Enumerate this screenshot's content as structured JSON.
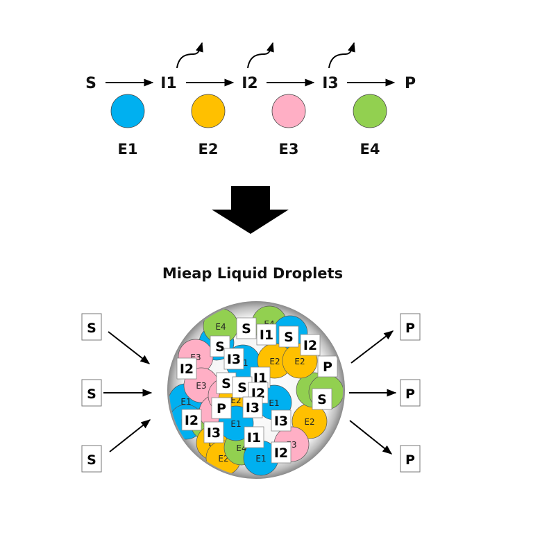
{
  "pathway": {
    "species": [
      "S",
      "I1",
      "I2",
      "I3",
      "P"
    ],
    "enzymes": [
      {
        "label": "E1",
        "color": "#00B0F0"
      },
      {
        "label": "E2",
        "color": "#FFC000"
      },
      {
        "label": "E3",
        "color": "#FFAFC5"
      },
      {
        "label": "E4",
        "color": "#92D050"
      }
    ],
    "side_release_after": [
      "I1",
      "I2",
      "I3"
    ]
  },
  "transition_arrow": "down-arrow",
  "droplet": {
    "title": "Mieap Liquid Droplets",
    "inputs": [
      "S",
      "S",
      "S"
    ],
    "outputs": [
      "P",
      "P",
      "P"
    ],
    "contents": {
      "enzymes": [
        {
          "label": "E4",
          "color": "#92D050"
        },
        {
          "label": "E4",
          "color": "#92D050"
        },
        {
          "label": "E1",
          "color": "#00B0F0"
        },
        {
          "label": "E3",
          "color": "#FFAFC5"
        },
        {
          "label": "E1",
          "color": "#00B0F0"
        },
        {
          "label": "E2",
          "color": "#FFC000"
        },
        {
          "label": "E1",
          "color": "#00B0F0"
        },
        {
          "label": "E2",
          "color": "#FFC000"
        },
        {
          "label": "E3",
          "color": "#FFAFC5"
        },
        {
          "label": "E3",
          "color": "#FFAFC5"
        },
        {
          "label": "E4",
          "color": "#92D050"
        },
        {
          "label": "E2",
          "color": "#FFC000"
        },
        {
          "label": "E4",
          "color": "#92D050"
        },
        {
          "label": "E1",
          "color": "#00B0F0"
        },
        {
          "label": "E2",
          "color": "#FFC000"
        },
        {
          "label": "E3",
          "color": "#FFAFC5"
        },
        {
          "label": "E4",
          "color": "#92D050"
        },
        {
          "label": "E2",
          "color": "#FFC000"
        },
        {
          "label": "E1",
          "color": "#00B0F0"
        },
        {
          "label": "E1",
          "color": "#00B0F0"
        },
        {
          "label": "E1",
          "color": "#00B0F0"
        },
        {
          "label": "E3",
          "color": "#FFAFC5"
        },
        {
          "label": "E4",
          "color": "#92D050"
        },
        {
          "label": "E1",
          "color": "#00B0F0"
        },
        {
          "label": "E2",
          "color": "#FFC000"
        }
      ],
      "molecules": [
        "S",
        "I1",
        "S",
        "I2",
        "S",
        "I3",
        "P",
        "I2",
        "I1",
        "S",
        "S",
        "I2",
        "P",
        "I3",
        "I3",
        "S",
        "I2",
        "I3",
        "I1",
        "I2"
      ]
    }
  },
  "colors": {
    "droplet_outer": "#8c8c8c",
    "droplet_inner": "#f4f4f4",
    "arrow": "#000000"
  }
}
